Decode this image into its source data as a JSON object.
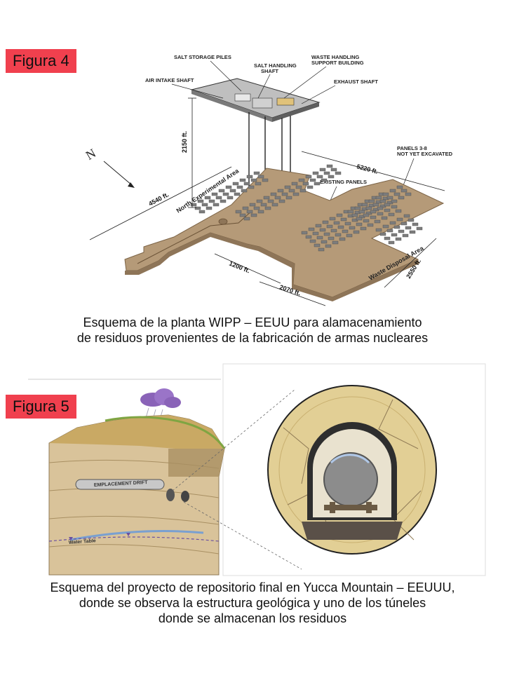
{
  "figure4": {
    "label": "Figura 4",
    "caption_line1": "Esquema de la planta WIPP – EEUU para alamacenamiento",
    "caption_line2": "de residuos provenientes de la fabricación de armas nucleares",
    "callouts": {
      "salt_storage": "SALT STORAGE PILES",
      "salt_handling_1": "SALT HANDLING",
      "salt_handling_2": "SHAFT",
      "waste_handling_1": "WASTE HANDLING",
      "waste_handling_2": "SUPPORT BUILDING",
      "air_intake": "AIR INTAKE SHAFT",
      "exhaust": "EXHAUST SHAFT",
      "panels_1": "PANELS 3-8",
      "panels_2": "NOT YET EXCAVATED",
      "existing": "EXISTING PANELS"
    },
    "areas": {
      "north": "North Experimental Area",
      "waste": "Waste Disposal Area"
    },
    "dimensions": {
      "depth": "2150 ft.",
      "length": "4540 ft.",
      "width_top": "5220 ft.",
      "width_right": "2550 ft.",
      "bottom_a": "1200 ft.",
      "bottom_b": "2070 ft."
    },
    "compass": "N"
  },
  "figure5": {
    "label": "Figura 5",
    "caption_line1": "Esquema del proyecto de repositorio final en Yucca Mountain – EEUUU,",
    "caption_line2": "donde se observa la estructura geológica y uno de los túneles",
    "caption_line3": "donde se almacenan los residuos",
    "callouts": {
      "tunnel": "EMPLACEMENT DRIFT",
      "water": "Water Table"
    }
  },
  "colors": {
    "label_bg": "#f0404e",
    "tan": "#b59a78",
    "sand": "#e2cf95",
    "rock": "#d9c18a"
  }
}
